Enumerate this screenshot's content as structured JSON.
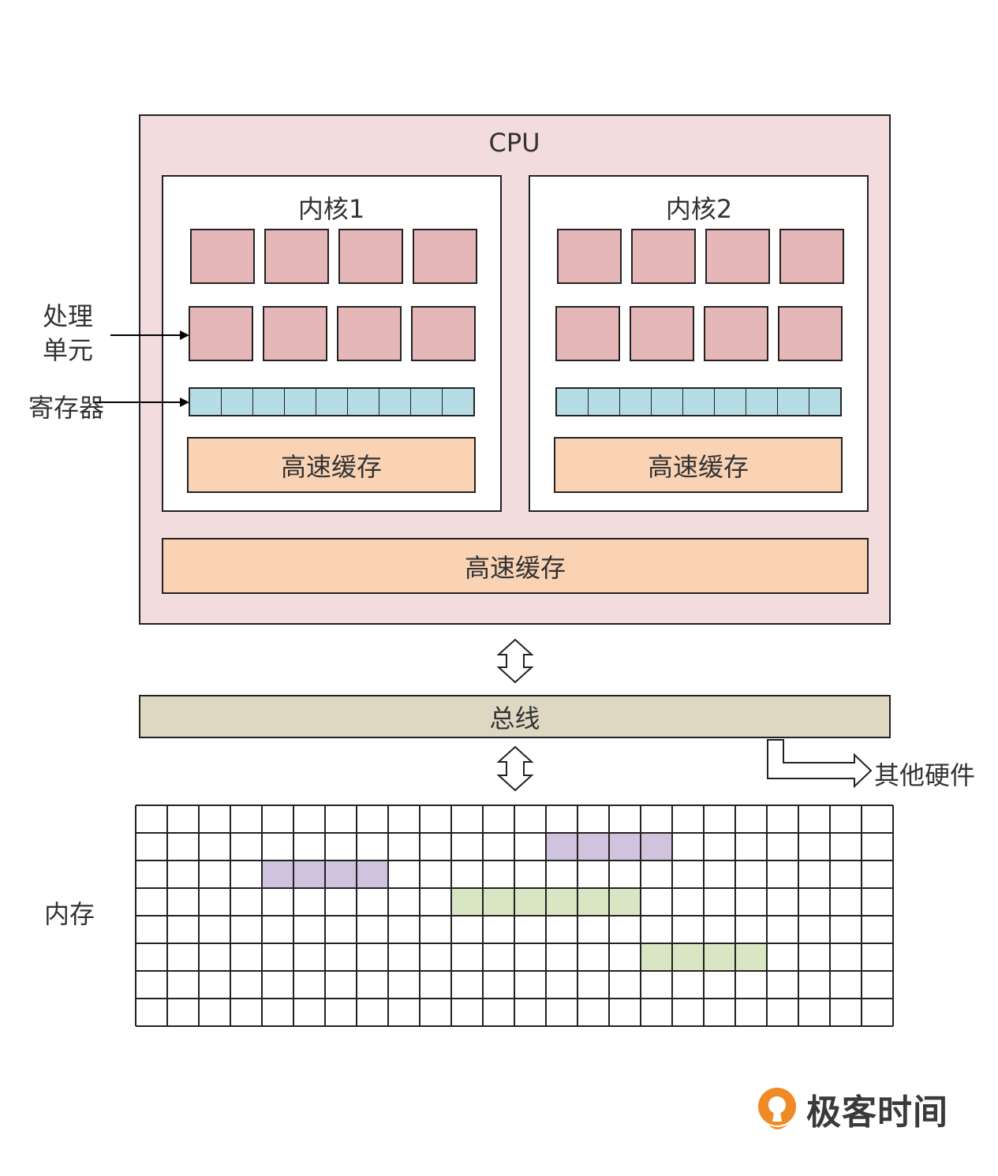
{
  "cpu": {
    "title": "CPU",
    "cores": [
      {
        "title": "内核1",
        "cache_label": "高速缓存"
      },
      {
        "title": "内核2",
        "cache_label": "高速缓存"
      }
    ],
    "shared_cache_label": "高速缓存"
  },
  "labels": {
    "processing_unit_line1": "处理",
    "processing_unit_line2": "单元",
    "register": "寄存器",
    "memory": "内存",
    "other_hardware": "其他硬件"
  },
  "bus": {
    "label": "总线"
  },
  "memory_grid": {
    "rows": 8,
    "cols": 24,
    "highlights": [
      {
        "row": 1,
        "col_start": 13,
        "col_end": 16,
        "color": "purple"
      },
      {
        "row": 2,
        "col_start": 4,
        "col_end": 7,
        "color": "purple"
      },
      {
        "row": 3,
        "col_start": 10,
        "col_end": 15,
        "color": "green"
      },
      {
        "row": 5,
        "col_start": 16,
        "col_end": 19,
        "color": "green"
      }
    ]
  },
  "colors": {
    "purple": "#cfc3dd",
    "green": "#d9e6c3",
    "cpu_bg": "#f3dcdd",
    "processing_unit": "#e6b7b8",
    "register": "#b6dce6",
    "cache": "#fad3b4",
    "bus": "#ded8c2",
    "brand_orange": "#f08a24"
  },
  "brand": {
    "name": "极客时间"
  }
}
